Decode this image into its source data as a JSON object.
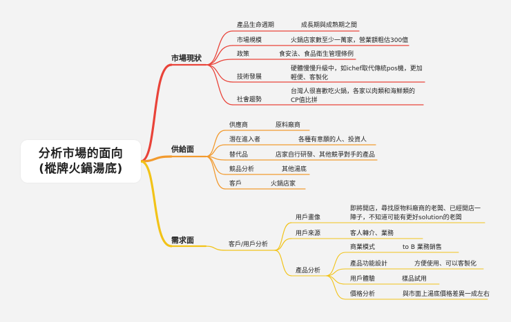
{
  "root": {
    "line1": "分析市場的面向",
    "line2": "(樅牌火鍋湯底)"
  },
  "colors": {
    "market": "#e94339",
    "supply": "#f29a2e",
    "demand": "#f2c318"
  },
  "market": {
    "title": "市場現狀",
    "items": [
      {
        "label": "產品生命週期",
        "value": "成長期與成熟期之間"
      },
      {
        "label": "市場規模",
        "value": "火鍋店家數至少一萬家，營業額粗估300億"
      },
      {
        "label": "政策",
        "value": "食安法、食品衛生管理條例"
      },
      {
        "label": "技術發展",
        "value": "硬體慢慢升級中，如ichef取代傳統pos機，更加輕便、客製化"
      },
      {
        "label": "社會趨勢",
        "value": "台灣人很喜歡吃火鍋，各家以肉類和海鮮類的CP值比拼"
      }
    ]
  },
  "supply": {
    "title": "供給面",
    "items": [
      {
        "label": "供應商",
        "value": "原料廠商"
      },
      {
        "label": "潛在進入者",
        "value": "各種有意願的人、投資人"
      },
      {
        "label": "替代品",
        "value": "店家自行研發、其他競爭對手的產品"
      },
      {
        "label": "競品分析",
        "value": "其他湯底"
      },
      {
        "label": "客戶",
        "value": "火鍋店家"
      }
    ]
  },
  "demand": {
    "title": "需求面",
    "sub": "客戶/用戶分析",
    "items": [
      {
        "label": "用戶畫像",
        "value": "即將開店，尋找原物料廠商的老闆、已經開店一陣子，不知道可能有更好solution的老闆"
      },
      {
        "label": "用戶來源",
        "value": "客人轉介、業務"
      }
    ],
    "product": {
      "label": "產品分析",
      "items": [
        {
          "label": "商業模式",
          "value": "to B 業務銷售"
        },
        {
          "label": "產品功能設計",
          "value": "方便使用、可以客製化"
        },
        {
          "label": "用戶體驗",
          "value": "樣品試用"
        },
        {
          "label": "價格分析",
          "value": "與市面上湯底價格差異一成左右"
        }
      ]
    }
  }
}
